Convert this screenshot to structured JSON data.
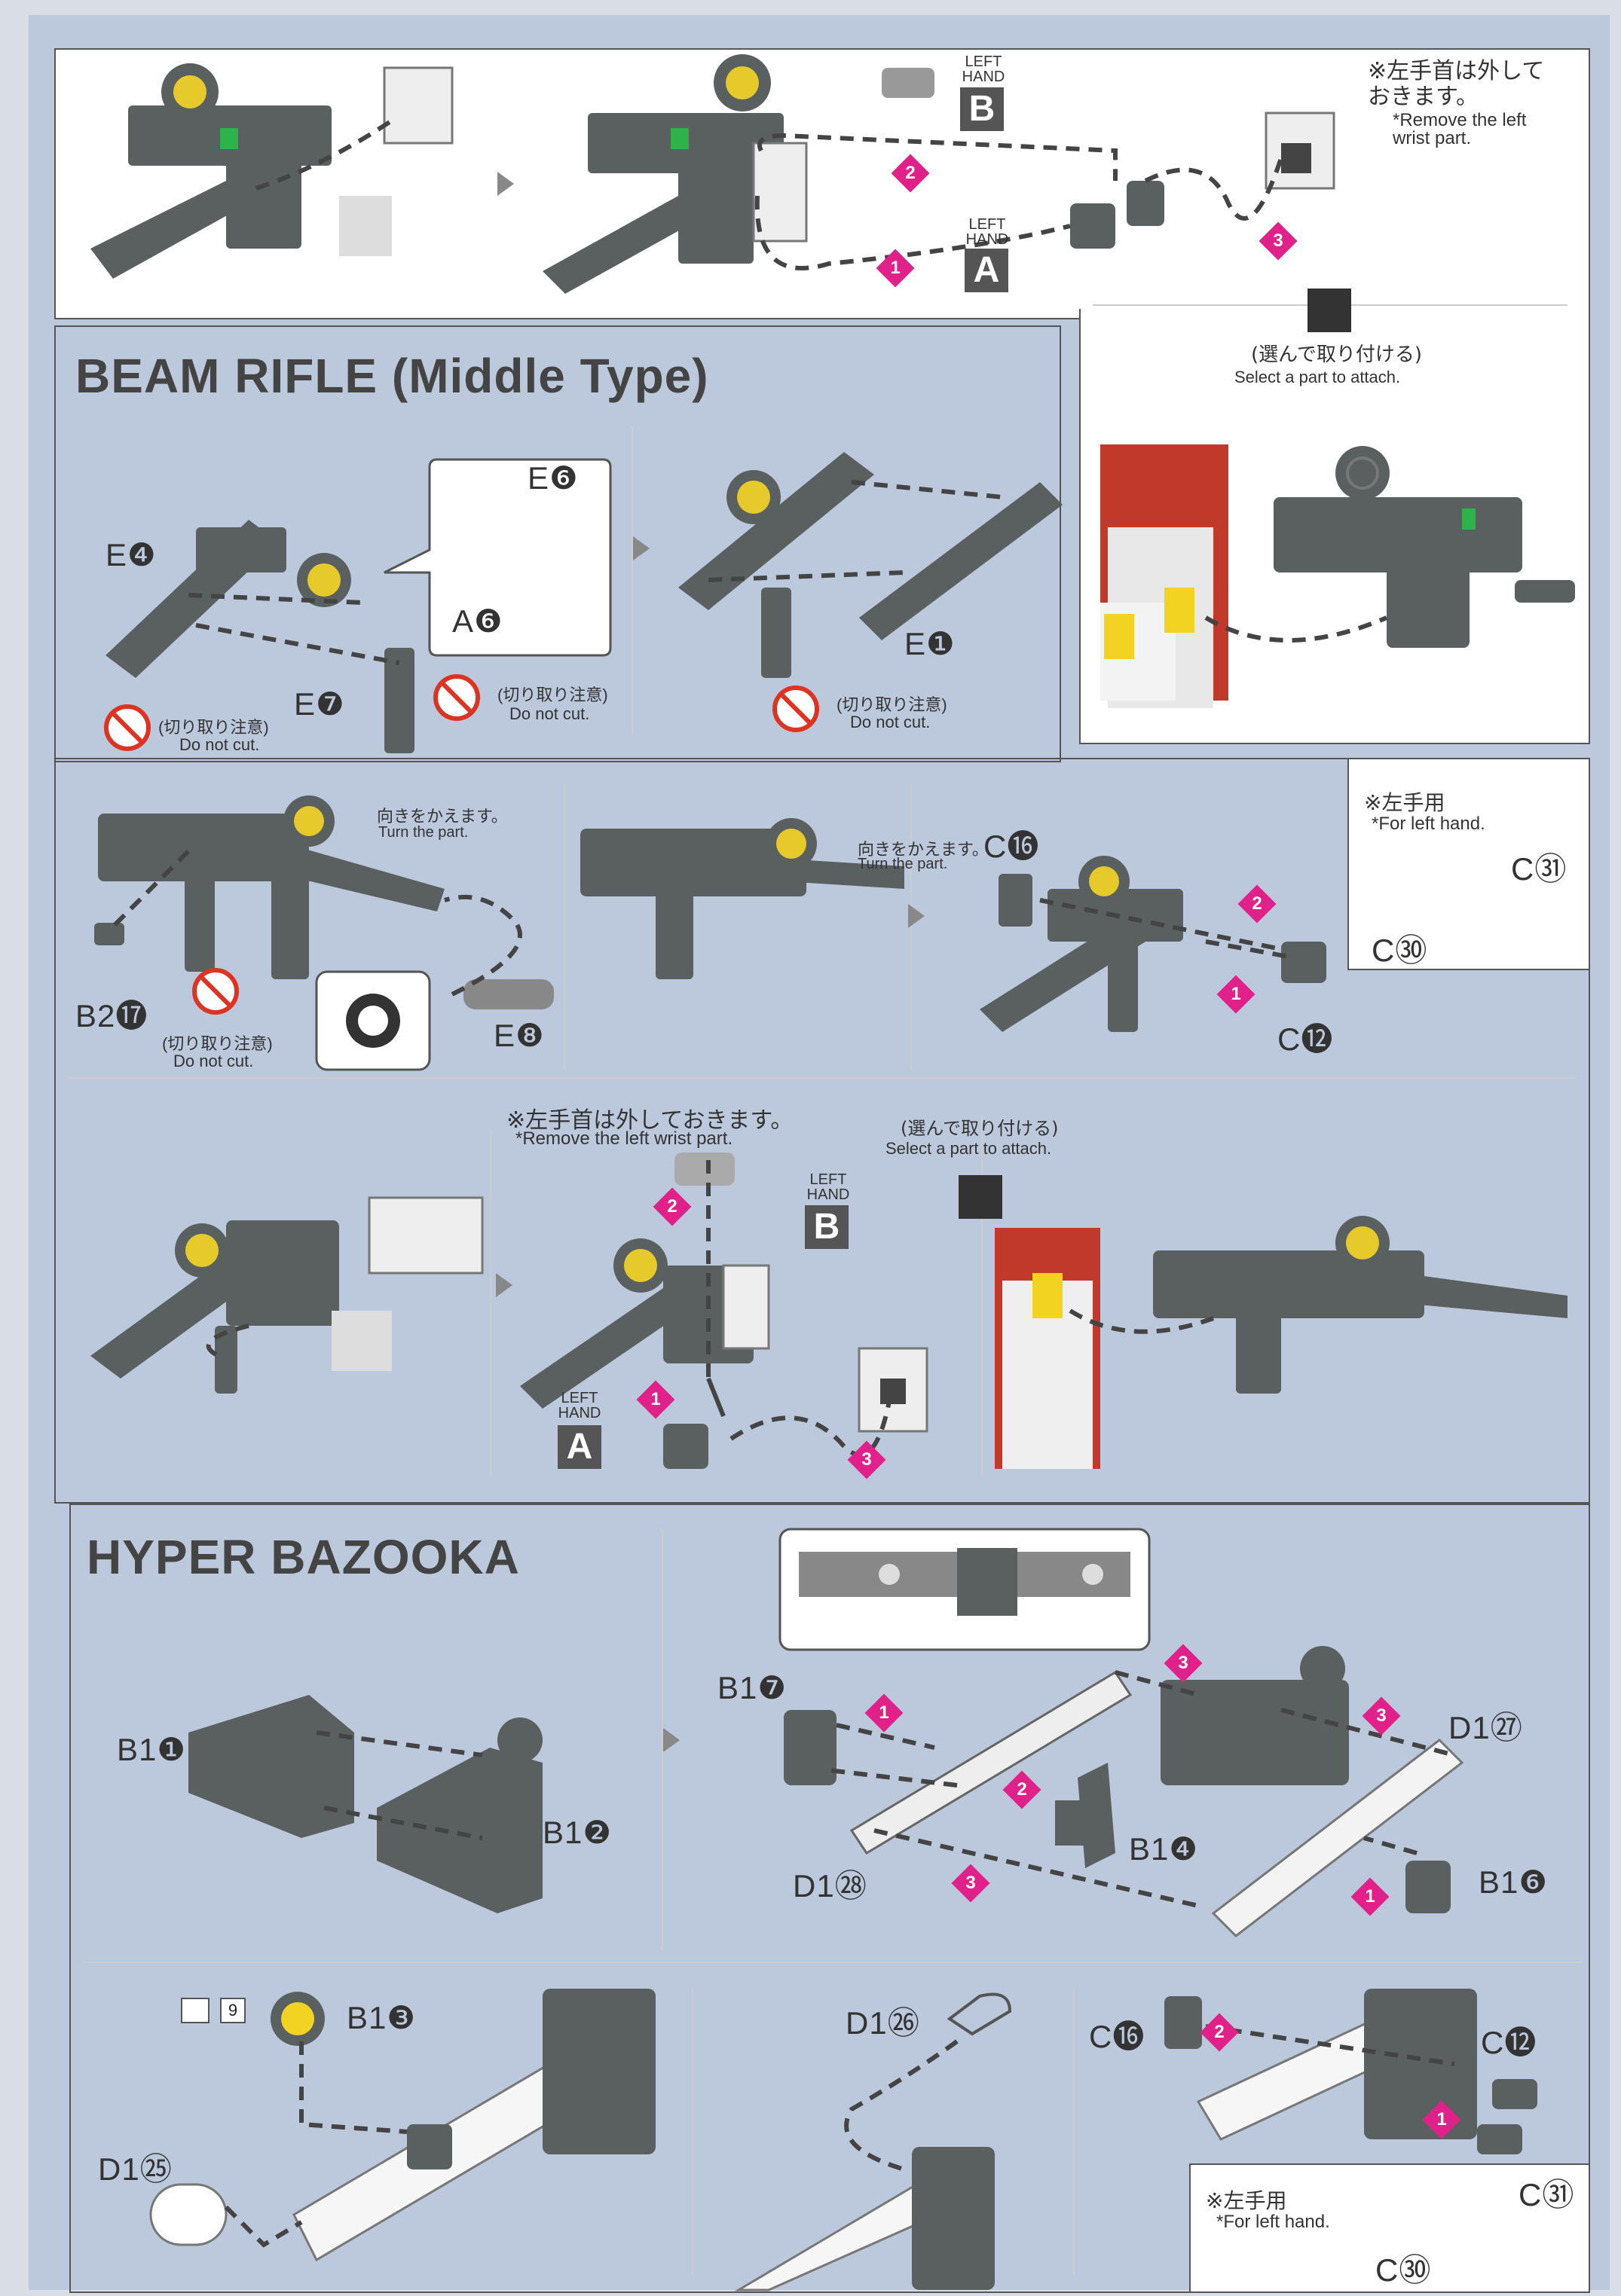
{
  "top_panel": {
    "hand_b_caption": "LEFT\nHAND",
    "hand_b_letter": "B",
    "hand_a_caption": "LEFT\nHAND",
    "hand_a_letter": "A",
    "note_jp": "※左手首は外して\nおきます。",
    "note_en": "*Remove the left\nwrist part.",
    "steps": [
      "2",
      "1",
      "3"
    ]
  },
  "select_panel_top": {
    "note_jp": "(選んで取り付ける)",
    "note_en": "Select a part to attach."
  },
  "beam_rifle": {
    "title": "BEAM RIFLE (Middle Type)",
    "parts": [
      "E❹",
      "E❻",
      "A❻",
      "E❼",
      "E❶"
    ],
    "nocut_jp": "(切り取り注意)",
    "nocut_en": "Do not cut."
  },
  "rifle_row2": {
    "turn_jp": "向きをかえます。",
    "turn_en": "Turn the part.",
    "parts": [
      "B2⓱",
      "E❽",
      "C⓰",
      "C⓬"
    ],
    "nocut_jp": "(切り取り注意)",
    "nocut_en": "Do not cut.",
    "steps": [
      "2",
      "1"
    ],
    "left_hand": {
      "jp": "※左手用",
      "en": "*For left hand.",
      "parts": [
        "C㉛",
        "C㉚"
      ]
    }
  },
  "rifle_row3": {
    "note_jp": "※左手首は外しておきます。",
    "note_en": "*Remove the left wrist part.",
    "select_jp": "(選んで取り付ける)",
    "select_en": "Select a part to attach.",
    "hand_b_caption": "LEFT\nHAND",
    "hand_b_letter": "B",
    "hand_a_caption": "LEFT\nHAND",
    "hand_a_letter": "A",
    "steps": [
      "2",
      "1",
      "3"
    ]
  },
  "hyper_bazooka": {
    "title": "HYPER BAZOOKA",
    "parts_left": [
      "B1❶",
      "B1❷"
    ],
    "parts_right": [
      "B1❼",
      "D1㉗",
      "B1❹",
      "D1㉘",
      "B1❻"
    ],
    "steps": [
      "1",
      "2",
      "3",
      "3",
      "3",
      "1"
    ]
  },
  "bazooka_row2": {
    "sticker": "9",
    "parts": [
      "B1❸",
      "D1㉕",
      "D1㉖",
      "C⓰",
      "C⓬"
    ],
    "steps": [
      "2",
      "1"
    ],
    "left_hand": {
      "jp": "※左手用",
      "en": "*For left hand.",
      "parts": [
        "C㉛",
        "C㉚"
      ]
    }
  }
}
